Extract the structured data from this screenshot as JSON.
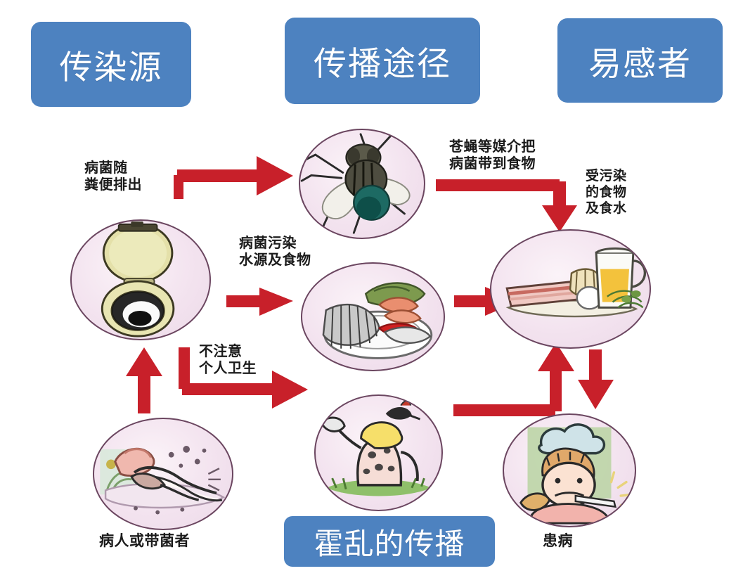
{
  "diagram": {
    "title": "霍乱的传播",
    "accent_blue": "#4d82c0",
    "arrow_red": "#c8202a",
    "node_fill": "#f3e3ef",
    "node_stroke": "#6b4660"
  },
  "categories": [
    {
      "id": "source",
      "label": "传染源"
    },
    {
      "id": "route",
      "label": "传播途径"
    },
    {
      "id": "host",
      "label": "易感者"
    }
  ],
  "nodes": [
    {
      "id": "toilet",
      "icon": "toilet-icon",
      "caption": ""
    },
    {
      "id": "fly",
      "icon": "fly-icon",
      "caption": ""
    },
    {
      "id": "food",
      "icon": "seafood-plate-icon",
      "caption": ""
    },
    {
      "id": "water",
      "icon": "food-and-drink-icon",
      "caption": ""
    },
    {
      "id": "wash",
      "icon": "person-hygiene-icon",
      "caption": ""
    },
    {
      "id": "patient",
      "icon": "person-in-bed-icon",
      "caption": "病人或带菌者"
    },
    {
      "id": "sick",
      "icon": "sick-person-fever-icon",
      "caption": "患病"
    }
  ],
  "captions": {
    "excrete": "病菌随\n粪便排出",
    "fly_vector": "苍蝇等媒介把\n病菌带到食物",
    "contaminate": "病菌污染\n水源及食物",
    "contaminated_food_water": "受污染\n的食物\n及食水",
    "poor_hygiene": "不注意\n个人卫生",
    "patient_or_carrier": "病人或带菌者",
    "becomes_ill": "患病"
  },
  "arrows": [
    {
      "id": "toilet-to-fly",
      "from": "toilet",
      "to": "fly",
      "shape": "elbow-up-right"
    },
    {
      "id": "fly-to-water",
      "from": "fly",
      "to": "water",
      "shape": "elbow-right-down"
    },
    {
      "id": "toilet-to-food",
      "from": "toilet",
      "to": "food",
      "shape": "straight-right"
    },
    {
      "id": "food-to-water",
      "from": "food",
      "to": "water",
      "shape": "straight-right"
    },
    {
      "id": "toilet-to-wash",
      "from": "toilet",
      "to": "wash",
      "shape": "elbow-down-right"
    },
    {
      "id": "patient-to-toilet",
      "from": "patient",
      "to": "toilet",
      "shape": "straight-up"
    },
    {
      "id": "wash-to-water",
      "from": "wash",
      "to": "water",
      "shape": "elbow-right-up"
    },
    {
      "id": "water-to-sick",
      "from": "water",
      "to": "sick",
      "shape": "straight-down"
    }
  ]
}
